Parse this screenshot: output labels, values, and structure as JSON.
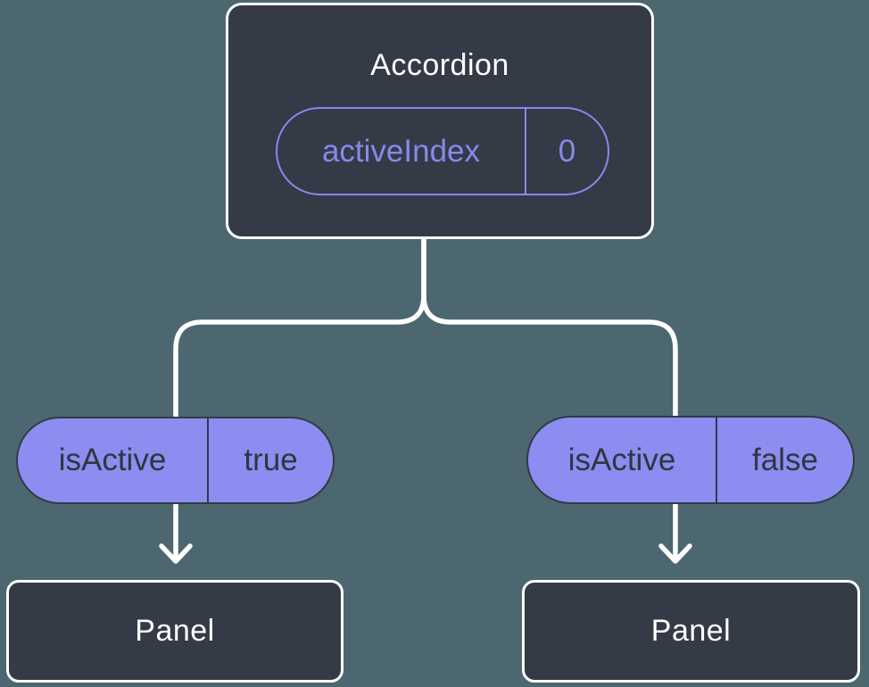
{
  "colors": {
    "background": "#4C676F",
    "node_fill": "#343A46",
    "node_border": "#FFFFFF",
    "pill_fill": "#8B8DF0",
    "pill_outline": "#8689EB",
    "pill_dark_text": "#2F3640",
    "connector": "#FFFFFF"
  },
  "tree": {
    "root": {
      "title": "Accordion",
      "prop": {
        "name": "activeIndex",
        "value": "0"
      }
    },
    "branches": [
      {
        "prop": {
          "name": "isActive",
          "value": "true"
        },
        "child": {
          "title": "Panel"
        }
      },
      {
        "prop": {
          "name": "isActive",
          "value": "false"
        },
        "child": {
          "title": "Panel"
        }
      }
    ]
  }
}
